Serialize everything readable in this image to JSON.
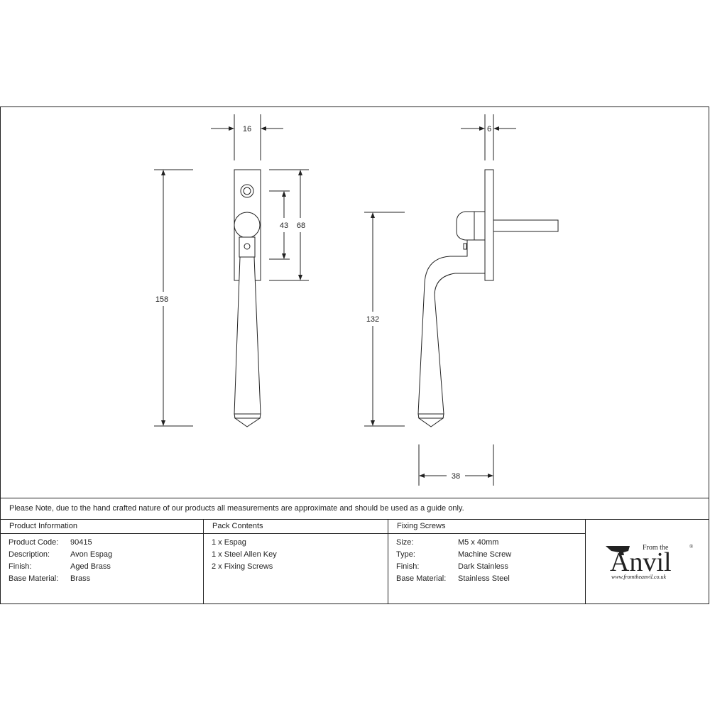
{
  "dimensions": {
    "front_width": "16",
    "front_height": "158",
    "plate_height": "68",
    "hole_spacing": "43",
    "side_plate": "6",
    "side_height": "132",
    "projection": "38"
  },
  "note": "Please Note, due to the hand crafted nature of our products all measurements are approximate and should be used as a guide only.",
  "product_info": {
    "heading": "Product Information",
    "rows": [
      {
        "label": "Product Code:",
        "value": "90415"
      },
      {
        "label": "Description:",
        "value": "Avon Espag"
      },
      {
        "label": "Finish:",
        "value": "Aged Brass"
      },
      {
        "label": "Base Material:",
        "value": "Brass"
      }
    ]
  },
  "pack_contents": {
    "heading": "Pack Contents",
    "items": [
      "1 x Espag",
      "1 x Steel Allen Key",
      "2 x Fixing Screws"
    ]
  },
  "fixing_screws": {
    "heading": "Fixing Screws",
    "rows": [
      {
        "label": "Size:",
        "value": "M5 x 40mm"
      },
      {
        "label": "Type:",
        "value": "Machine Screw"
      },
      {
        "label": "Finish:",
        "value": "Dark Stainless"
      },
      {
        "label": "Base Material:",
        "value": "Stainless Steel"
      }
    ]
  },
  "logo": {
    "from_the": "From the",
    "brand": "Anvil",
    "registered": "®",
    "url": "www.fromtheanvil.co.uk"
  }
}
